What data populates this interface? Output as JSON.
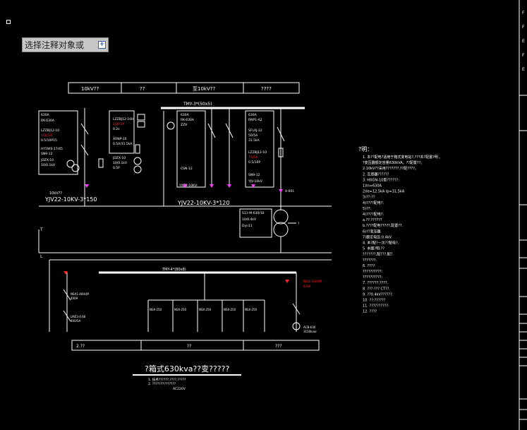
{
  "prompt": {
    "text": "选择注释对象或",
    "expand_glyph": "+"
  },
  "header_table": {
    "cells": [
      "10kV??",
      "??",
      "至10kV??",
      "????"
    ]
  },
  "bottom_table": {
    "cells": [
      "2.??",
      "??",
      "???"
    ]
  },
  "busbar": {
    "label": "TMY-3*(50x5)"
  },
  "cables": {
    "left_label": "10kV??\nYJV22-10KV-3*150",
    "left_top": "10kV??",
    "left_bottom": "YJV22-10KV-3*150",
    "right_label": "YJV22-10KV-3*120"
  },
  "transformer": {
    "label": "?",
    "specs": [
      "S11-M-630/10",
      "10/0.4kV",
      "Dyn11"
    ]
  },
  "lv_bus": {
    "label": "TMY-4*(80x8)"
  },
  "markers": {
    "t_mark": "T",
    "l_mark": "L"
  },
  "notes": {
    "heading": "?明：",
    "lines": [
      "1. 本??配电?适用于箱式变电站?,???本?配置?明 。",
      "   ?变压器额定容量630kVA，??配置??。",
      "   2.10kV??采用???????,??配????。",
      "2. 互感器??????",
      "3. HXGN-10型??????:",
      "   1)In=630A",
      "   2)Ie=12.5kA    Ip=31.5kA",
      "   3)??:??",
      "      4)????配电?:",
      "   5)??:",
      "      4)????配电?:",
      "      a.??:??????",
      "      b.????配电?????,配置??.",
      "   6)??变压器",
      "   7)额定电压:0.4kV",
      "4. 本?配?一次??配电?.",
      "5. 本图?明:??",
      "   ???????,配???,配?.",
      "   ???????.",
      "6. ????:",
      "   ??????????:",
      "   ??????????:",
      "7. ??????:????.",
      "8. ???:??? CT??.",
      "9. ??0.4kV??????.",
      "10. ??:??????",
      "11. ??????????:",
      "12. ????"
    ]
  },
  "title": {
    "main": "?箱式630kva??变?????",
    "sub1": "1. 技术??????,????,?????",
    "sub2": "2. ??????????????",
    "sub3": "AC220V"
  },
  "colors": {
    "background": "#000000",
    "line": "#ffffff",
    "accent_red": "#ff2020",
    "accent_magenta": "#ff40ff",
    "accent_cyan": "#40e0ff",
    "accent_yellow": "#ffff40"
  }
}
